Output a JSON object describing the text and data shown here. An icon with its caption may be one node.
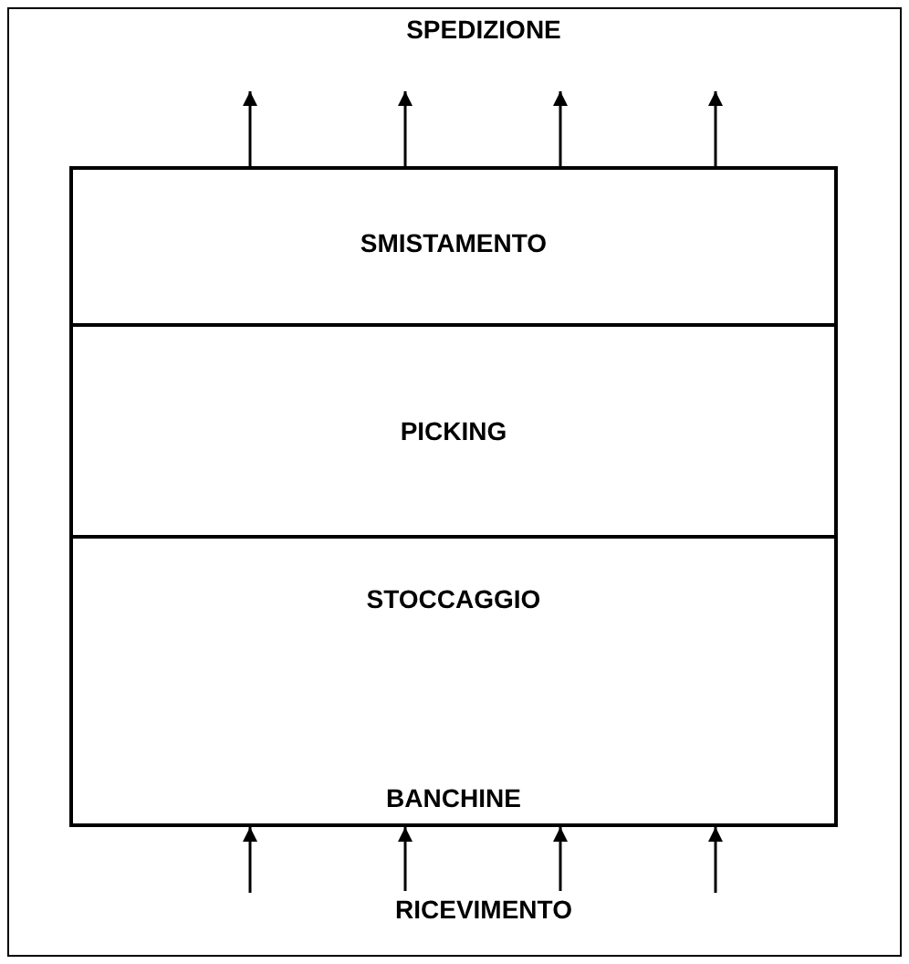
{
  "diagram": {
    "nodes": [
      {
        "text": [
          "SPEDIZIONE"
        ]
      },
      {
        "text": [
          "SMISTAMENTO"
        ]
      },
      {
        "text": [
          "PICKING"
        ]
      },
      {
        "text": [
          "STOCCAGGIO",
          "BANCHINE"
        ]
      },
      {
        "text": [
          "RICEVIMENTO"
        ]
      }
    ],
    "edges": [
      {
        "from": 1,
        "to": null,
        "arrow": "to"
      },
      {
        "from": 1,
        "to": 0,
        "arrow": "to"
      },
      {
        "from": 1,
        "to": 0,
        "arrow": "to"
      },
      {
        "from": 1,
        "to": null,
        "arrow": "to"
      },
      {
        "from": null,
        "to": 3,
        "arrow": "to"
      },
      {
        "from": 4,
        "to": 3,
        "arrow": "to"
      },
      {
        "from": 4,
        "to": 3,
        "arrow": "to"
      },
      {
        "from": null,
        "to": 3,
        "arrow": "to"
      }
    ]
  }
}
